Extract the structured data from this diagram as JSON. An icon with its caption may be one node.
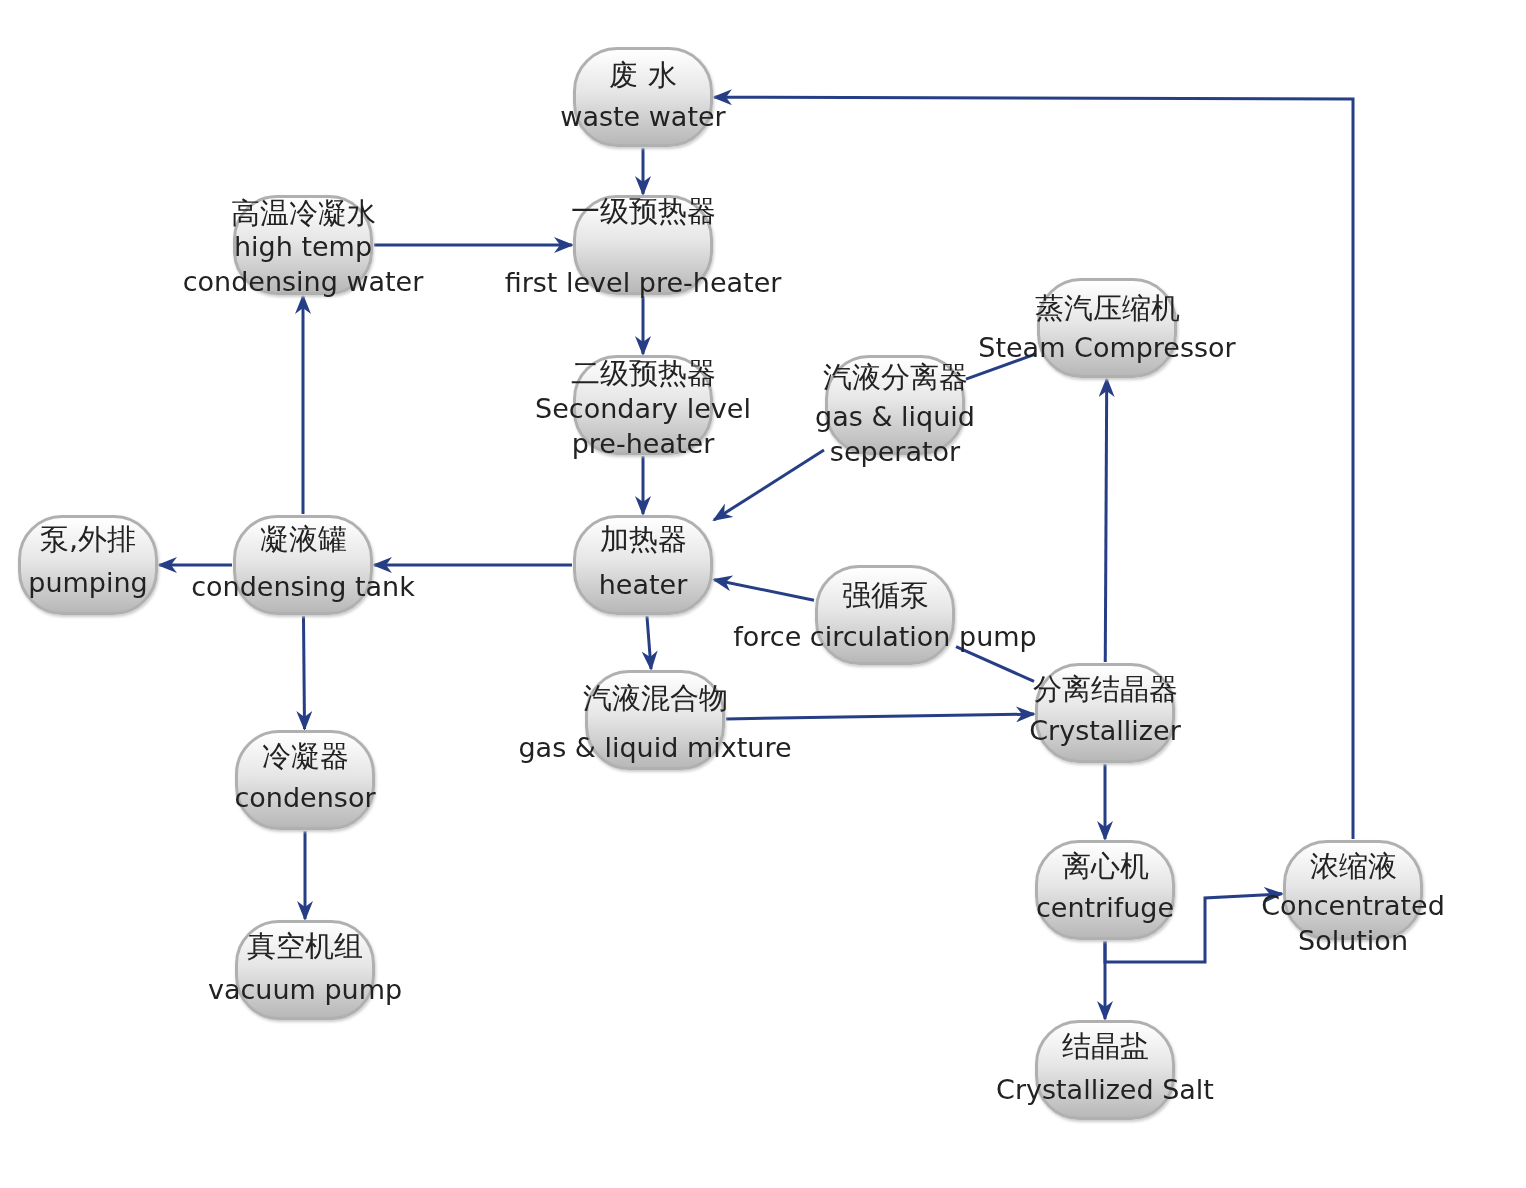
{
  "diagram": {
    "nodes": [
      {
        "text": [
          "废 水",
          "waste water"
        ]
      },
      {
        "text": [
          "高温冷凝水",
          "high temp condensing water"
        ]
      },
      {
        "text": [
          "一级预热器",
          "first level pre-heater"
        ]
      },
      {
        "text": [
          "蒸汽压缩机",
          "Steam Compressor"
        ]
      },
      {
        "text": [
          "二级预热器",
          "Secondary level pre-heater"
        ]
      },
      {
        "text": [
          "汽液分离器",
          "gas & liquid seperator"
        ]
      },
      {
        "text": [
          "泵,外排",
          "pumping"
        ]
      },
      {
        "text": [
          "凝液罐",
          "condensing tank"
        ]
      },
      {
        "text": [
          "加热器",
          "heater"
        ]
      },
      {
        "text": [
          "强循泵",
          "force circulation pump"
        ]
      },
      {
        "text": [
          "汽液混合物",
          "gas & liquid mixture"
        ]
      },
      {
        "text": [
          "分离结晶器",
          "Crystallizer"
        ]
      },
      {
        "text": [
          "冷凝器",
          "condensor"
        ]
      },
      {
        "text": [
          "离心机",
          "centrifuge"
        ]
      },
      {
        "text": [
          "浓缩液",
          "Concentrated Solution"
        ]
      },
      {
        "text": [
          "真空机组",
          "vacuum pump"
        ]
      },
      {
        "text": [
          "结晶盐",
          "Crystallized Salt"
        ]
      }
    ],
    "edges": [
      {
        "from": 0,
        "to": 2,
        "arrow": "to"
      },
      {
        "from": 1,
        "to": 2,
        "arrow": "to"
      },
      {
        "from": 2,
        "to": 4,
        "arrow": "to"
      },
      {
        "from": 4,
        "to": 8,
        "arrow": "to"
      },
      {
        "from": 3,
        "to": 5,
        "arrow": "none"
      },
      {
        "from": 5,
        "to": 8,
        "arrow": "to"
      },
      {
        "from": 9,
        "to": 8,
        "arrow": "to"
      },
      {
        "from": 11,
        "to": 9,
        "arrow": "none"
      },
      {
        "from": 8,
        "to": 7,
        "arrow": "to"
      },
      {
        "from": 7,
        "to": 6,
        "arrow": "to"
      },
      {
        "from": 7,
        "to": 1,
        "arrow": "to"
      },
      {
        "from": 7,
        "to": 12,
        "arrow": "to"
      },
      {
        "from": 12,
        "to": 15,
        "arrow": "to"
      },
      {
        "from": 8,
        "to": 10,
        "arrow": "to"
      },
      {
        "from": 10,
        "to": 11,
        "arrow": "to"
      },
      {
        "from": 11,
        "to": 3,
        "arrow": "to"
      },
      {
        "from": 11,
        "to": 13,
        "arrow": "to"
      },
      {
        "from": 13,
        "to": 16,
        "arrow": "to"
      },
      {
        "from": 13,
        "to": 14,
        "arrow": "to"
      },
      {
        "from": 14,
        "to": 0,
        "arrow": "to"
      }
    ]
  }
}
